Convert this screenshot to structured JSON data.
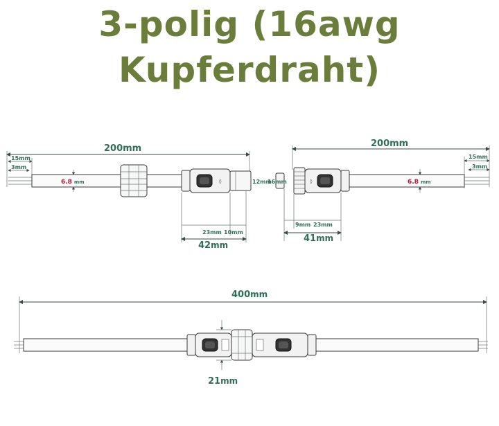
{
  "title": {
    "line1": "3-polig (16awg",
    "line2": "Kupferdraht)"
  },
  "diagram": {
    "left_cable": {
      "length_value": "200",
      "length_unit": "mm",
      "strip_long": "15mm",
      "strip_short": "3mm",
      "diameter_value": "6.8",
      "diameter_unit": "mm",
      "connector_diameter": "12mm",
      "dim_a": "23mm",
      "dim_b": "10mm",
      "total_value": "42",
      "total_unit": "mm"
    },
    "right_cable": {
      "length_value": "200",
      "length_unit": "mm",
      "strip_long": "15mm",
      "strip_short": "3mm",
      "diameter_value": "6.8",
      "diameter_unit": "mm",
      "connector_diameter": "16mm",
      "dim_a": "9mm",
      "dim_b": "23mm",
      "total_value": "41",
      "total_unit": "mm"
    },
    "assembly": {
      "length_value": "400",
      "length_unit": "mm",
      "diameter_value": "21",
      "diameter_unit": "mm"
    }
  }
}
